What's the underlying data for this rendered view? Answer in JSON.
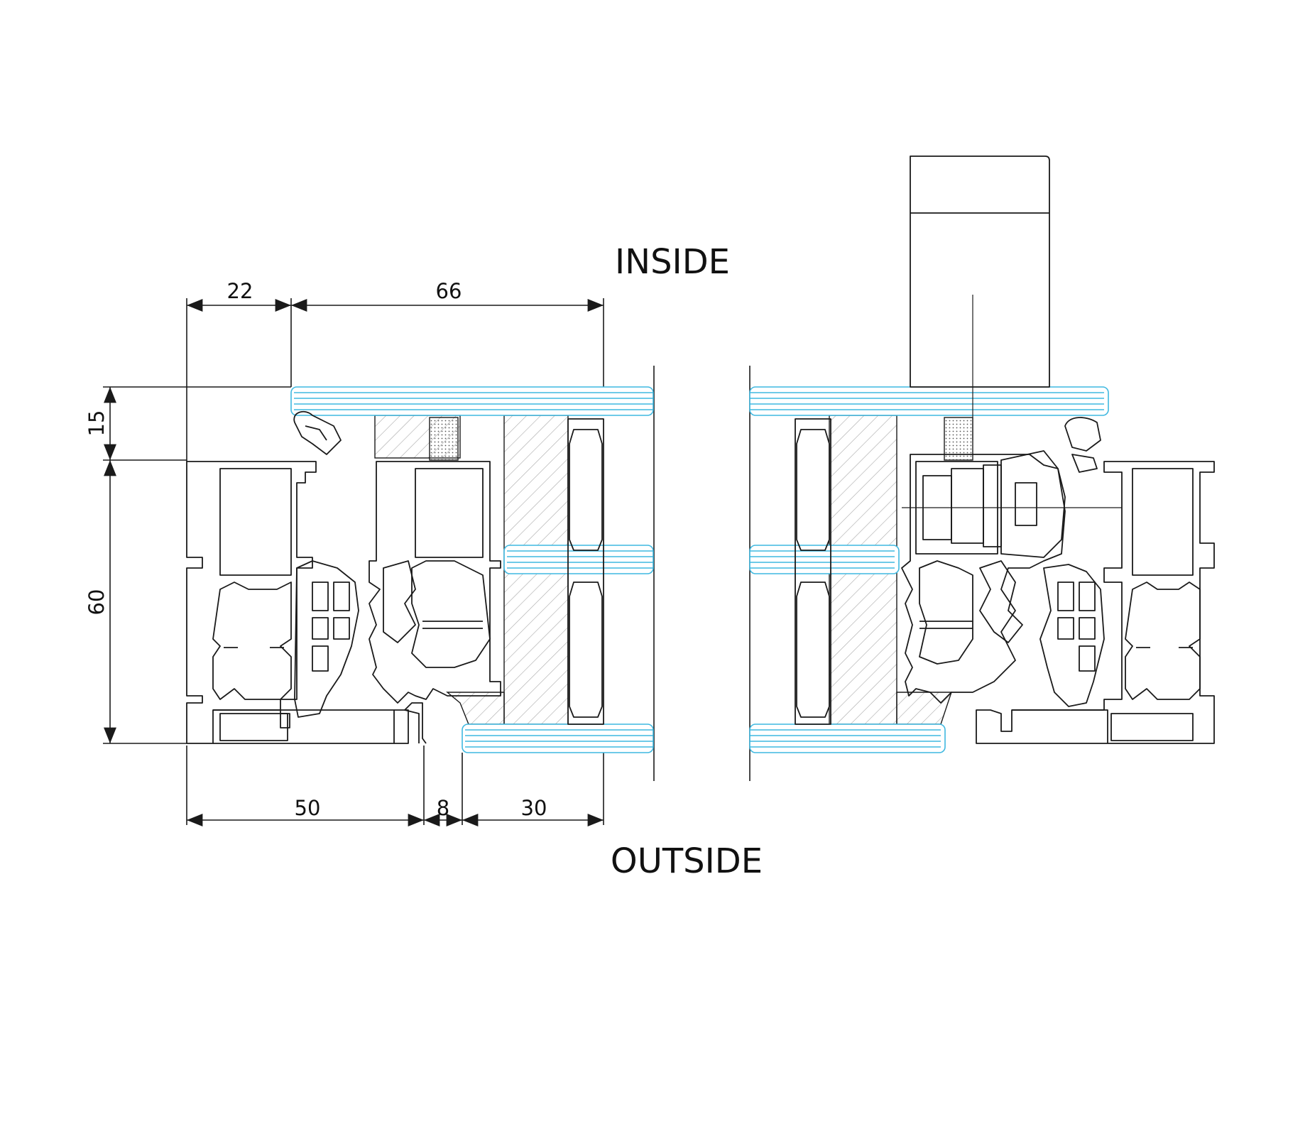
{
  "labels": {
    "inside": "INSIDE",
    "outside": "OUTSIDE"
  },
  "dimensions": {
    "top_left": "22",
    "top_right": "66",
    "side_top": "15",
    "side_main": "60",
    "bottom_a": "50",
    "bottom_b": "8",
    "bottom_c": "30"
  },
  "colors": {
    "line": "#1a1a1a",
    "glass": "#3fb8e0",
    "hatch": "#9a9a9a"
  }
}
